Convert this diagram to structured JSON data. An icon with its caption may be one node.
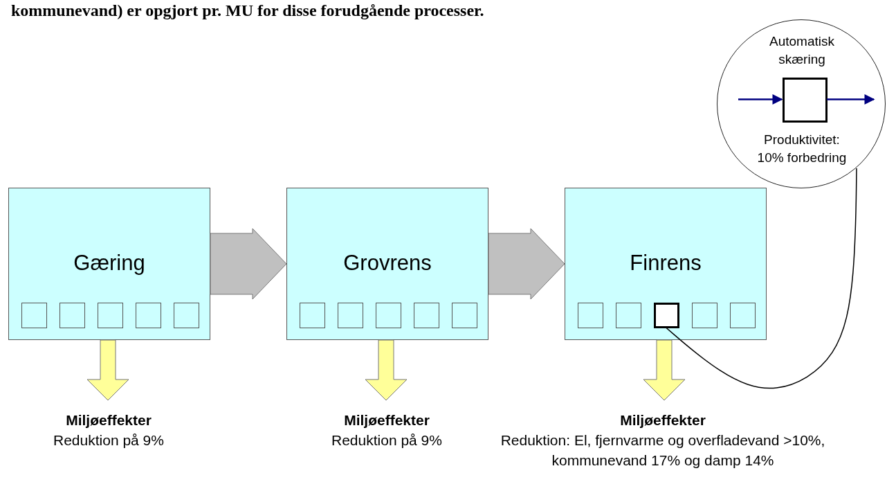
{
  "diagram": {
    "nodes": [
      {
        "text": [
          "Gæring"
        ]
      },
      {
        "text": [],
        "shape": "box",
        "in": 0
      },
      {
        "text": [],
        "shape": "box",
        "in": 0
      },
      {
        "text": [],
        "shape": "box",
        "in": 0
      },
      {
        "text": [],
        "shape": "box",
        "in": 0
      },
      {
        "text": [],
        "shape": "box",
        "in": 0
      },
      {
        "text": [
          "Grovrens"
        ]
      },
      {
        "text": [],
        "shape": "box",
        "in": 6
      },
      {
        "text": [],
        "shape": "box",
        "in": 6
      },
      {
        "text": [],
        "shape": "box",
        "in": 6
      },
      {
        "text": [],
        "shape": "box",
        "in": 6
      },
      {
        "text": [],
        "shape": "box",
        "in": 6
      },
      {
        "text": [
          "Finrens"
        ]
      },
      {
        "text": [],
        "shape": "box",
        "in": 12
      },
      {
        "text": [],
        "shape": "box",
        "in": 12
      },
      {
        "text": [],
        "shape": "box",
        "in": 12
      },
      {
        "text": [],
        "shape": "box",
        "in": 12
      },
      {
        "text": [],
        "shape": "box",
        "in": 12
      },
      {
        "text": [
          "Automatisk skæring",
          "Produktivitet: 10% forbedring"
        ]
      },
      {
        "text": [],
        "shape": "box",
        "in": 18
      },
      {
        "text": [
          "Miljøeffekter",
          "Reduktion på 9%"
        ]
      },
      {
        "text": [
          "Miljøeffekter",
          "Reduktion på 9%"
        ]
      },
      {
        "text": [
          "Miljøeffekter",
          "Reduktion: El, fjernvarme og overfladevand >10%, kommunevand 17% og damp 14%"
        ]
      }
    ],
    "edges": [
      {
        "from": 0,
        "to": 6,
        "arrow": "to",
        "style": "thick",
        "color": "#c0c0c0"
      },
      {
        "from": 6,
        "to": 12,
        "arrow": "to",
        "style": "thick",
        "color": "#c0c0c0"
      },
      {
        "from": 0,
        "to": 20,
        "arrow": "to",
        "style": "thick",
        "color": "#ffff99"
      },
      {
        "from": 6,
        "to": 21,
        "arrow": "to",
        "style": "thick",
        "color": "#ffff99"
      },
      {
        "from": 12,
        "to": 22,
        "arrow": "to",
        "style": "thick",
        "color": "#ffff99"
      },
      {
        "from": 15,
        "to": 18,
        "arrow": "none",
        "color": "#000000"
      },
      {
        "from": null,
        "to": 19,
        "arrow": "to",
        "color": "#000080"
      },
      {
        "from": 19,
        "to": null,
        "arrow": "to",
        "color": "#000080"
      }
    ],
    "labels": [
      "kommunevand) er opgjort pr. MU for disse forudgående processer."
    ]
  }
}
